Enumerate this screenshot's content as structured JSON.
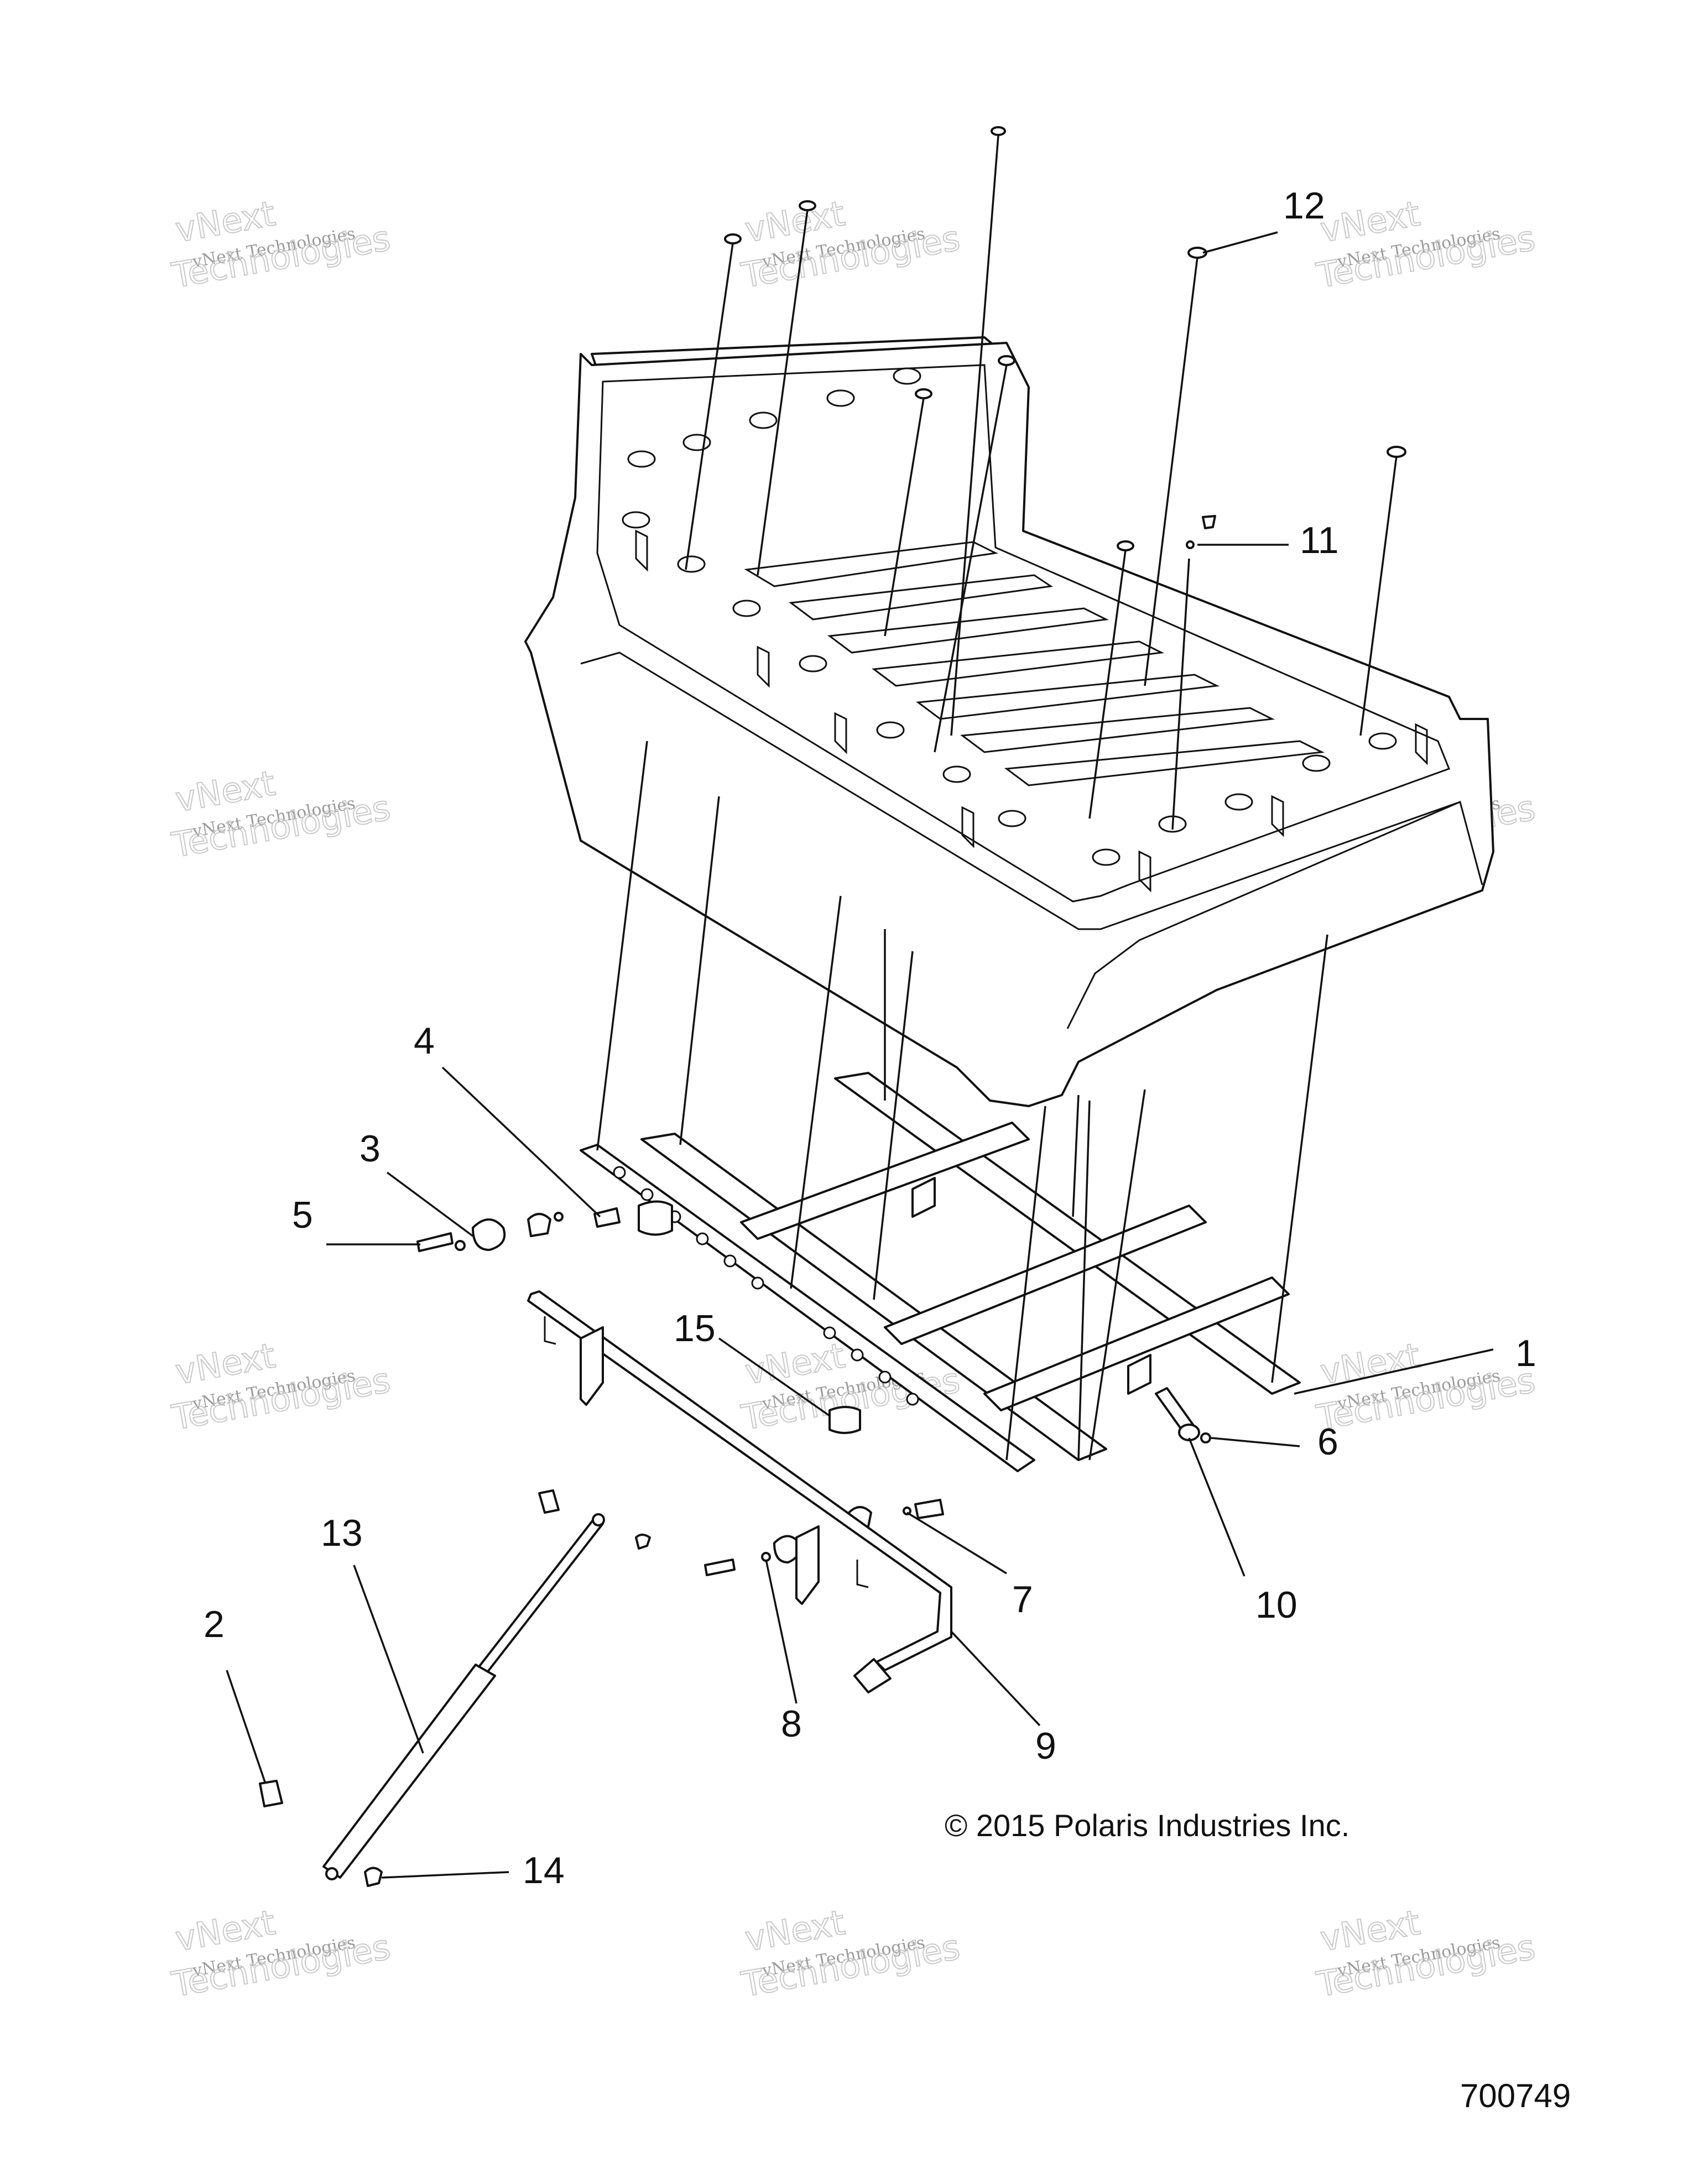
{
  "diagram": {
    "callouts": [
      {
        "label": "1"
      },
      {
        "label": "2"
      },
      {
        "label": "3"
      },
      {
        "label": "4"
      },
      {
        "label": "5"
      },
      {
        "label": "6"
      },
      {
        "label": "7"
      },
      {
        "label": "8"
      },
      {
        "label": "9"
      },
      {
        "label": "10"
      },
      {
        "label": "11"
      },
      {
        "label": "12"
      },
      {
        "label": "13"
      },
      {
        "label": "14"
      },
      {
        "label": "15"
      }
    ],
    "copyright": "© 2015 Polaris Industries Inc.",
    "figure_id": "700749"
  },
  "watermark": {
    "line_small": "vNext Technologies",
    "line_big_1": "vNext",
    "line_big_2": "Technologies"
  }
}
